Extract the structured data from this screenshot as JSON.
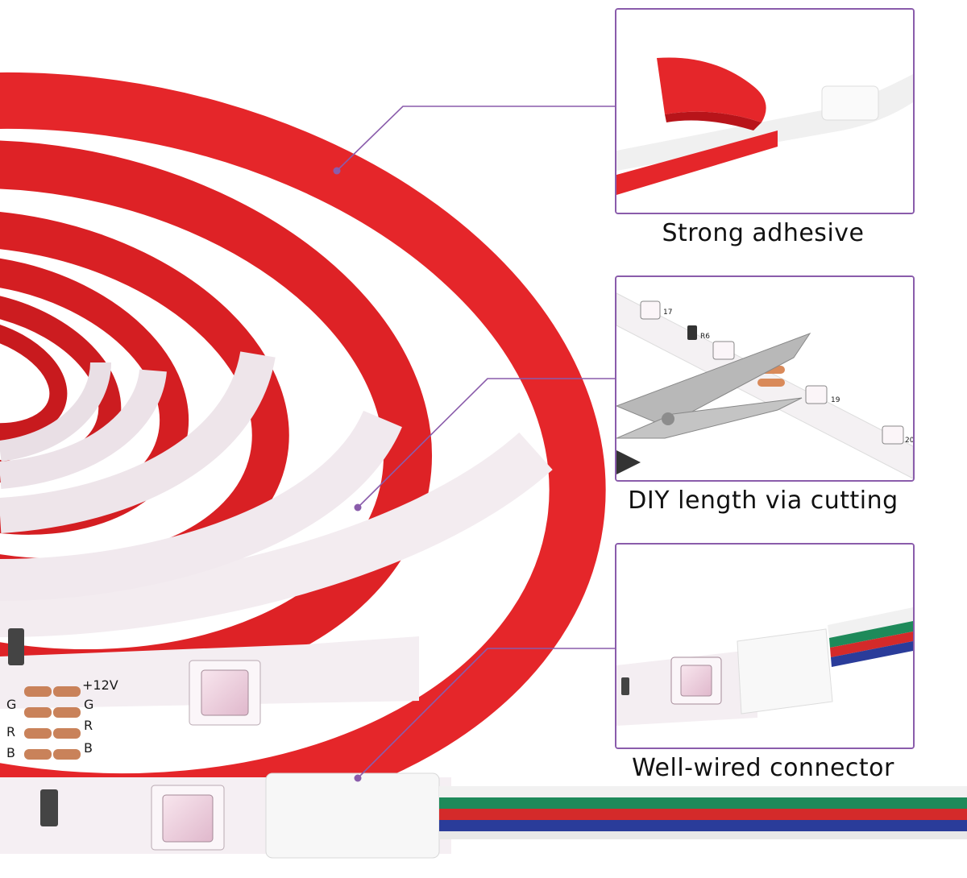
{
  "features": [
    {
      "caption": "Strong adhesive"
    },
    {
      "caption": "DIY length via cutting"
    },
    {
      "caption": "Well-wired connector"
    }
  ],
  "strip_markings": {
    "voltage": "+12V",
    "channels": [
      "G",
      "R",
      "B"
    ],
    "inset_labels": [
      "17",
      "R6",
      "19",
      "20"
    ]
  },
  "colors": {
    "accent": "#8a5cab",
    "adhesive_red": "#e8262a",
    "strip_white": "#f4eef2",
    "pad_copper": "#c9825a",
    "wire_green": "#1e8a5a",
    "wire_red": "#d42a2a",
    "wire_blue": "#2a3c9a"
  }
}
